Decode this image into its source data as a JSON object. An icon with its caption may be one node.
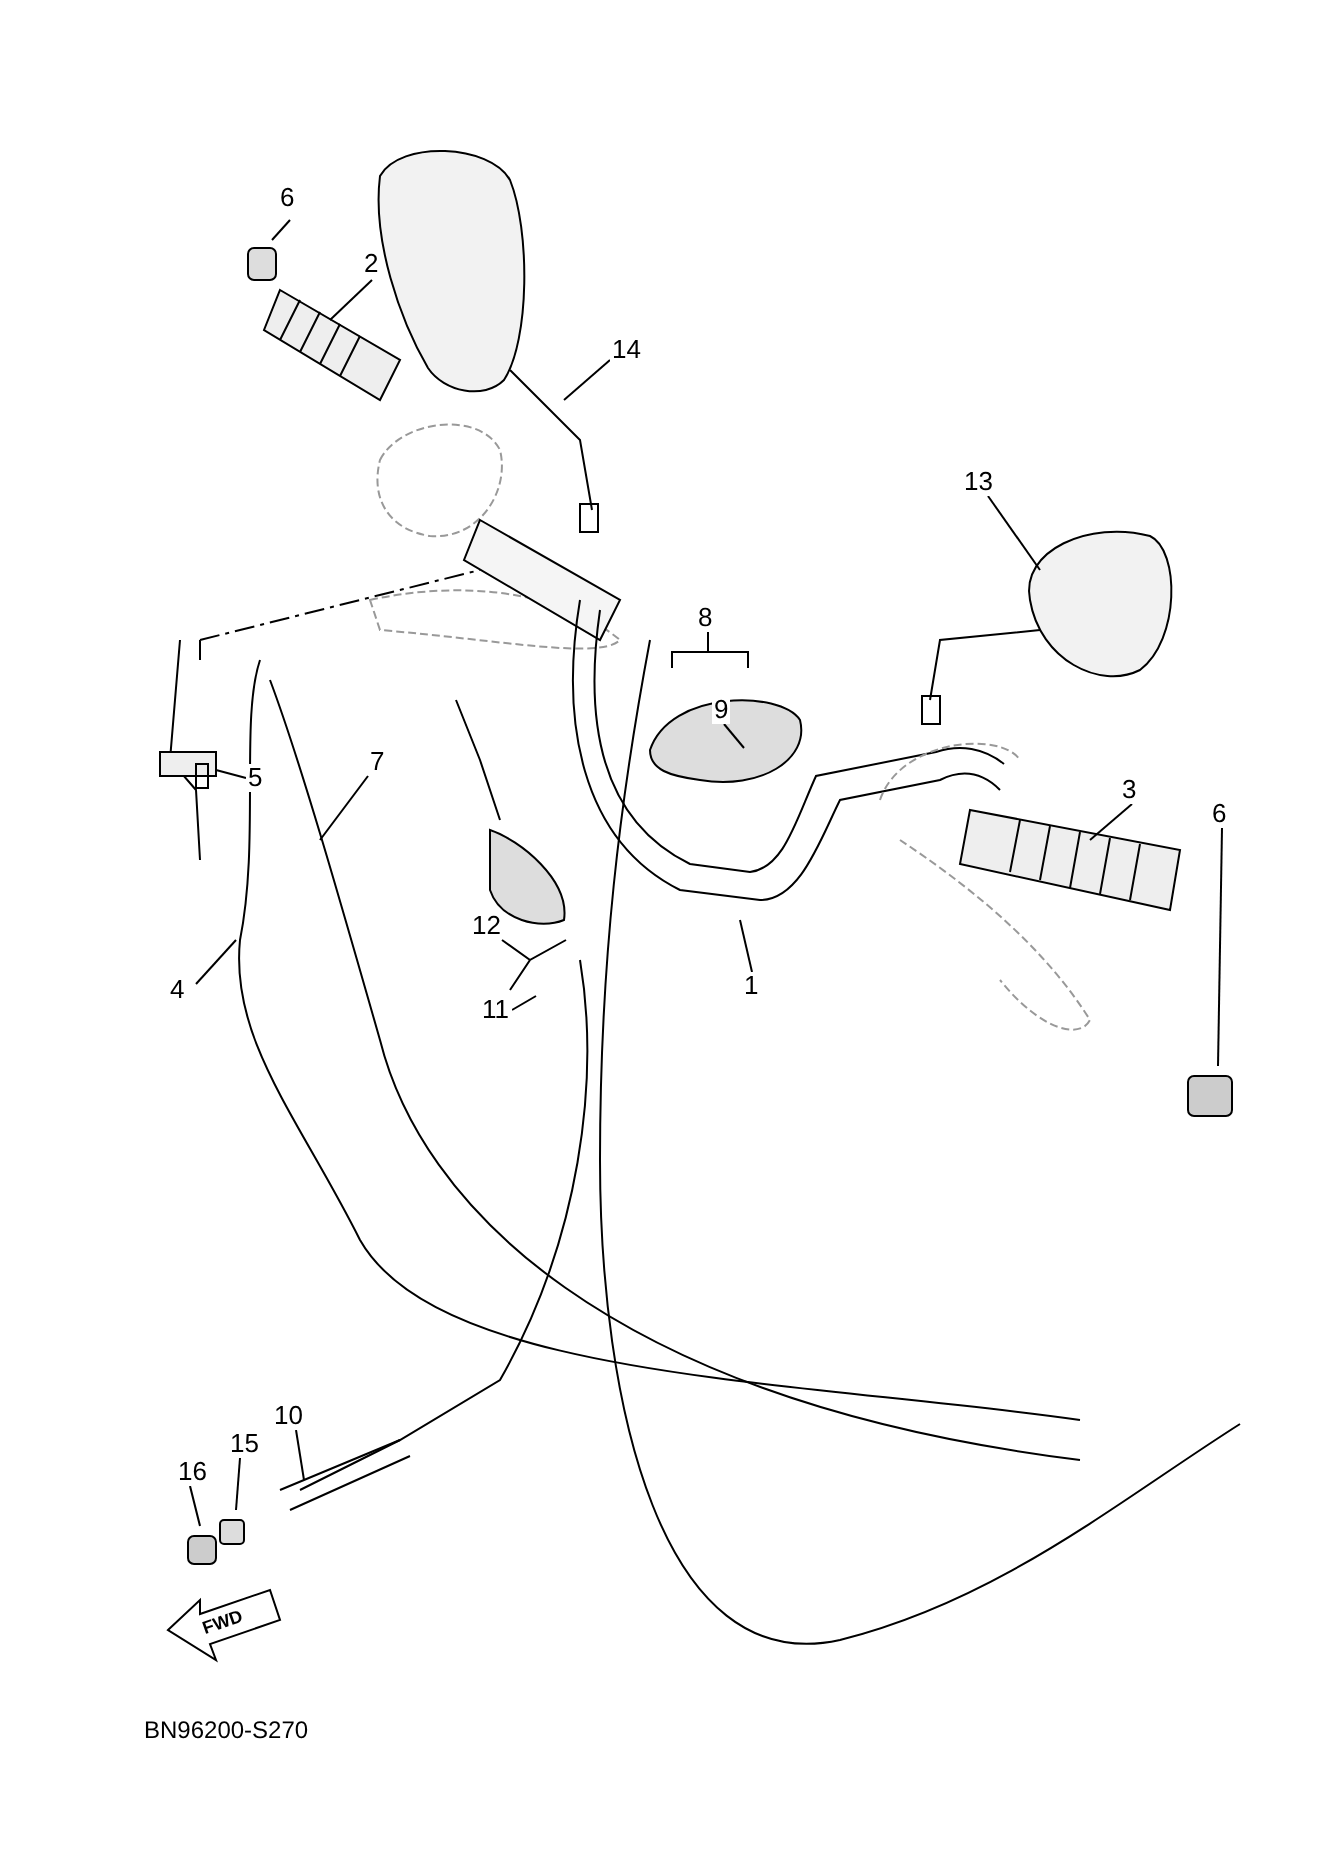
{
  "diagram": {
    "nodes": [
      {
        "text": [
          "6"
        ]
      },
      {
        "text": [
          "2"
        ]
      },
      {
        "text": [
          "14"
        ]
      },
      {
        "text": [
          "13"
        ]
      },
      {
        "text": [
          "8"
        ]
      },
      {
        "text": [
          "9"
        ]
      },
      {
        "text": [
          "3"
        ]
      },
      {
        "text": [
          "6"
        ]
      },
      {
        "text": [
          "5"
        ]
      },
      {
        "text": [
          "7"
        ]
      },
      {
        "text": [
          "4"
        ]
      },
      {
        "text": [
          "12"
        ]
      },
      {
        "text": [
          "11"
        ]
      },
      {
        "text": [
          "1"
        ]
      },
      {
        "text": [
          "10"
        ]
      },
      {
        "text": [
          "15"
        ]
      },
      {
        "text": [
          "16"
        ]
      }
    ],
    "edges": [
      {
        "from": 0,
        "to": null,
        "arrow": "none"
      },
      {
        "from": 1,
        "to": null,
        "arrow": "none"
      },
      {
        "from": 2,
        "to": null,
        "arrow": "none"
      },
      {
        "from": 3,
        "to": null,
        "arrow": "none"
      },
      {
        "from": 4,
        "to": null,
        "arrow": "none"
      },
      {
        "from": 5,
        "to": null,
        "arrow": "none"
      },
      {
        "from": 6,
        "to": null,
        "arrow": "none"
      },
      {
        "from": 7,
        "to": null,
        "arrow": "none"
      },
      {
        "from": 8,
        "to": null,
        "arrow": "none"
      },
      {
        "from": 9,
        "to": null,
        "arrow": "none"
      },
      {
        "from": 10,
        "to": null,
        "arrow": "none"
      },
      {
        "from": 11,
        "to": null,
        "arrow": "none"
      },
      {
        "from": 12,
        "to": null,
        "arrow": "none"
      },
      {
        "from": 13,
        "to": null,
        "arrow": "none"
      },
      {
        "from": 14,
        "to": null,
        "arrow": "none"
      },
      {
        "from": 15,
        "to": null,
        "arrow": "none"
      },
      {
        "from": 16,
        "to": null,
        "arrow": "none"
      }
    ],
    "labels": [
      "FWD",
      "BN96200-S270"
    ]
  }
}
